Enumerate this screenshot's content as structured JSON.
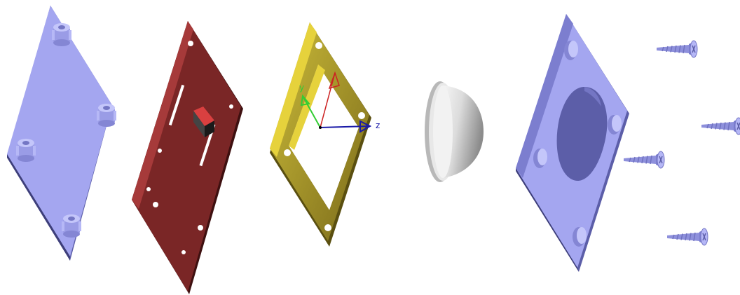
{
  "axes": {
    "y_label": "y",
    "z_label": "z"
  },
  "parts": [
    {
      "name": "base-plate-with-standoffs",
      "color": "#a4a6f0"
    },
    {
      "name": "circuit-board",
      "color": "#7a2626"
    },
    {
      "name": "square-frame",
      "color": "#c8b42c"
    },
    {
      "name": "dome-button",
      "color": "#d9d9d9"
    },
    {
      "name": "top-plate-with-hole",
      "color": "#a4a6f0"
    },
    {
      "name": "screws",
      "count": 4,
      "color": "#a4a6f0"
    }
  ],
  "colors": {
    "axis_y": "#33cc33",
    "axis_z": "#1a1aa8",
    "axis_x": "#cc2222"
  }
}
